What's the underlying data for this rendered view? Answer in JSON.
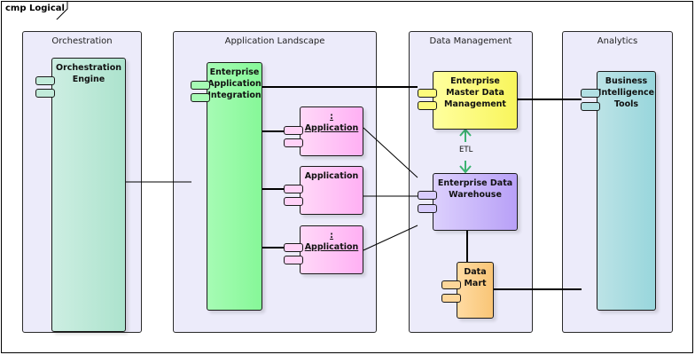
{
  "diagram": {
    "frame_label": "cmp Logical",
    "packages": [
      {
        "id": "orchestration",
        "title": "Orchestration"
      },
      {
        "id": "application-landscape",
        "title": "Application Landscape"
      },
      {
        "id": "data-management",
        "title": "Data Management"
      },
      {
        "id": "analytics",
        "title": "Analytics"
      }
    ],
    "components": {
      "orchestration_engine": {
        "name": "Orchestration Engine",
        "lines": [
          "Orchestration",
          "Engine"
        ],
        "color": "#B6E5D3"
      },
      "eai": {
        "name": "Enterprise Application Integration",
        "lines": [
          "Enterprise",
          "Application",
          "Integration"
        ],
        "color": "#8EF79E"
      },
      "app1": {
        "name": ": Application",
        "lines": [
          ":",
          "Application"
        ],
        "color": "#FFBBF5",
        "instance": true
      },
      "app2": {
        "name": "Application",
        "lines": [
          "Application"
        ],
        "color": "#FFBBF5",
        "instance": false
      },
      "app3": {
        "name": ": Application",
        "lines": [
          ":",
          "Application"
        ],
        "color": "#FFBBF5",
        "instance": true
      },
      "emdm": {
        "name": "Enterprise Master Data Management",
        "lines": [
          "Enterprise",
          "Master Data",
          "Management"
        ],
        "color": "#FDFB6E"
      },
      "edw": {
        "name": "Enterprise Data Warehouse",
        "lines": [
          "Enterprise Data",
          "Warehouse"
        ],
        "color": "#C9B5FA"
      },
      "data_mart": {
        "name": "Data Mart",
        "lines": [
          "Data",
          "Mart"
        ],
        "color": "#FDD08A"
      },
      "bi_tools": {
        "name": "Business Intelligence Tools",
        "lines": [
          "Business",
          "Intelligence",
          "Tools"
        ],
        "color": "#A5DCE0"
      }
    },
    "connectors": [
      {
        "from": "orchestration_engine",
        "to": "eai",
        "type": "association"
      },
      {
        "from": "eai",
        "to": "emdm",
        "type": "assembly"
      },
      {
        "from": "eai",
        "to": "app1",
        "type": "assembly"
      },
      {
        "from": "eai",
        "to": "app2",
        "type": "assembly"
      },
      {
        "from": "eai",
        "to": "app3",
        "type": "assembly"
      },
      {
        "from": "app1",
        "to": "edw",
        "type": "association"
      },
      {
        "from": "app2",
        "to": "edw",
        "type": "association"
      },
      {
        "from": "app3",
        "to": "edw",
        "type": "association"
      },
      {
        "from": "emdm",
        "to": "edw",
        "type": "bidirectional",
        "label": "ETL",
        "color": "#3CB371"
      },
      {
        "from": "edw",
        "to": "data_mart",
        "type": "assembly"
      },
      {
        "from": "bi_tools",
        "to": "emdm",
        "type": "dependency"
      },
      {
        "from": "bi_tools",
        "to": "data_mart",
        "type": "dependency"
      }
    ]
  }
}
